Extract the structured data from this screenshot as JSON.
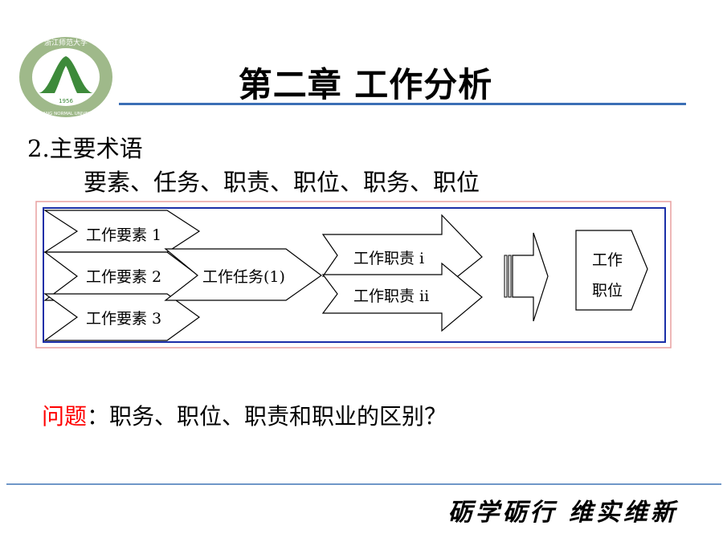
{
  "header": {
    "title": "第二章  工作分析"
  },
  "logo": {
    "arc_text": "浙江师范大学",
    "english_text": "ZHEJIANG NORMAL UNIVERSITY",
    "year": "1956",
    "colors": {
      "ring": "#9fb98a",
      "inner": "#ffffff",
      "mountain": "#3d8a3a"
    }
  },
  "content": {
    "heading": "2.主要术语",
    "terms": "要素、任务、职责、职位、职务、职位"
  },
  "diagram": {
    "elements": [
      "工作要素 1",
      "工作要素 2",
      "工作要素 3"
    ],
    "task": "工作任务(1)",
    "duties": [
      "工作职责 i",
      "工作职责 ii"
    ],
    "position_line1": "工作",
    "position_line2": "职位",
    "colors": {
      "outer_border": "#e8a0a0",
      "inner_border": "#1a2fa8"
    }
  },
  "question": {
    "label": "问题",
    "text": "：职务、职位、职责和职业的区别？"
  },
  "footer": {
    "motto": "砺学砺行 维实维新",
    "rule_color": "#6f97c8"
  }
}
